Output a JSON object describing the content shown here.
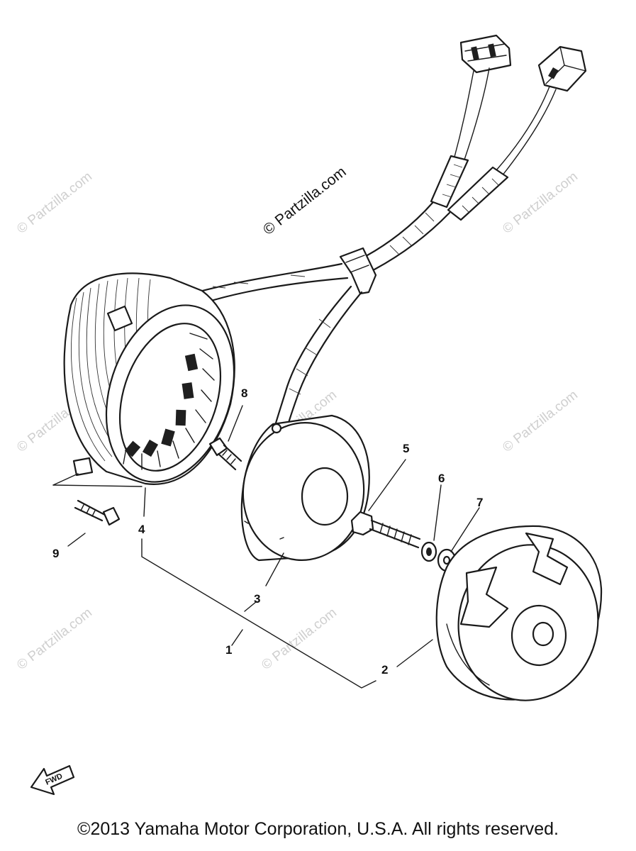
{
  "watermark": {
    "text": "© Partzilla.com"
  },
  "callouts": {
    "c1": "1",
    "c2": "2",
    "c3": "3",
    "c4": "4",
    "c5": "5",
    "c6": "6",
    "c7": "7",
    "c8": "8",
    "c9": "9"
  },
  "fwd_label": "FWD",
  "copyright": "©2013 Yamaha Motor Corporation, U.S.A. All rights reserved."
}
